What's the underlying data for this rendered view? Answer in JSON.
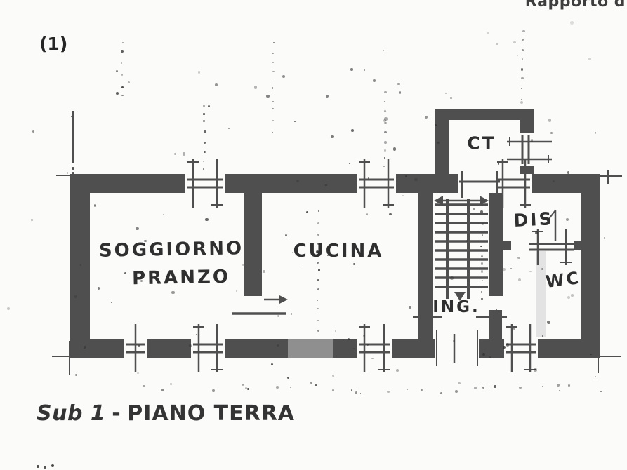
{
  "header": {
    "fragment": "Rapporto d"
  },
  "figure": {
    "number": "(1)"
  },
  "plan": {
    "rooms": {
      "soggiorno": {
        "line1": "SOGGIORNO",
        "line2": "PRANZO"
      },
      "cucina": {
        "label": "CUCINA"
      },
      "ct": {
        "label": "CT"
      },
      "dis": {
        "label": "DIS"
      },
      "wc": {
        "label": "WC"
      },
      "ing": {
        "label": "ING."
      }
    }
  },
  "caption": {
    "prefix": "Sub 1",
    "separator": "-",
    "title": "PIANO TERRA"
  },
  "colors": {
    "wall": "#4f4f4f",
    "ink": "#2f2f2f",
    "paper": "#fbfbfa",
    "artifact_light": "#8f8f8f",
    "band": "#e3e3e3"
  }
}
